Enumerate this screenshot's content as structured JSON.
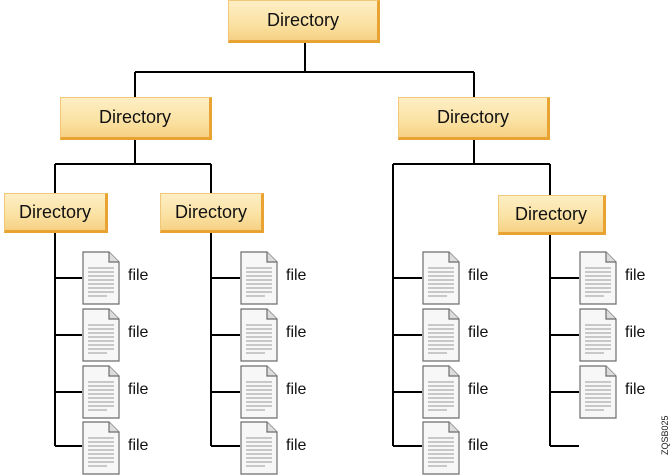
{
  "directories": {
    "root": "Directory",
    "left": "Directory",
    "right": "Directory",
    "left_left": "Directory",
    "left_right": "Directory",
    "right_right": "Directory"
  },
  "file_label": "file",
  "figure_id": "ZQSB025"
}
